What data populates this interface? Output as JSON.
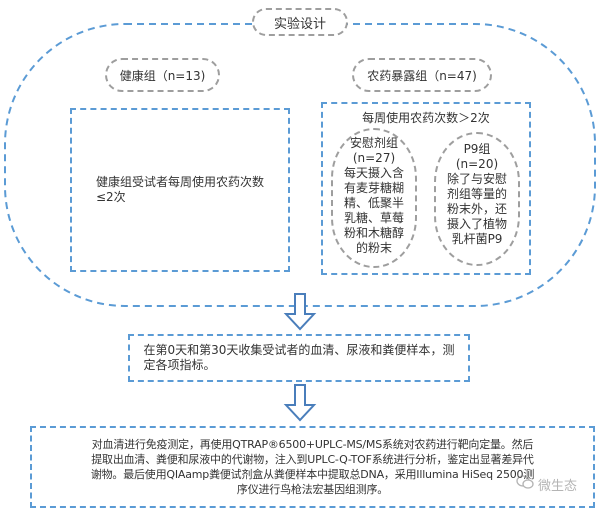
{
  "title": "实验设计",
  "groups": {
    "healthy": {
      "label": "健康组（n=13)",
      "description": "健康组受试者每周使用农药次数\n≤2次"
    },
    "exposed": {
      "label": "农药暴露组（n=47)",
      "criteria": "每周使用农药次数＞2次",
      "placebo": {
        "name": "安慰剂组",
        "count": "(n=27)",
        "description": "每天摄入含\n有麦芽糖糊\n精、低聚半\n乳糖、草莓\n粉和木糖醇\n的粉末"
      },
      "p9": {
        "name": "P9组",
        "count": "(n=20)",
        "description": "除了与安慰\n剂组等量的\n粉末外，还\n摄入了植物\n乳杆菌P9"
      }
    }
  },
  "step2": "在第0天和第30天收集受试者的血清、尿液和粪便样本，测\n定各项指标。",
  "step3": "对血清进行免疫测定，再使用QTRAP®6500+UPLC-MS/MS系统对农药进行靶向定量。然后\n提取出血清、粪便和尿液中的代谢物，注入到UPLC-Q-TOF系统进行分析，鉴定出显著差异代\n谢物。最后使用QIAamp粪便试剂盒从粪便样本中提取总DNA，采用Illumina HiSeq 2500测\n序仪进行鸟枪法宏基因组测序。",
  "watermark": "微生态",
  "colors": {
    "blue_dash": "#5b9bd5",
    "gray_dash": "#9e9e9e",
    "arrow": "#4a7ebb"
  }
}
